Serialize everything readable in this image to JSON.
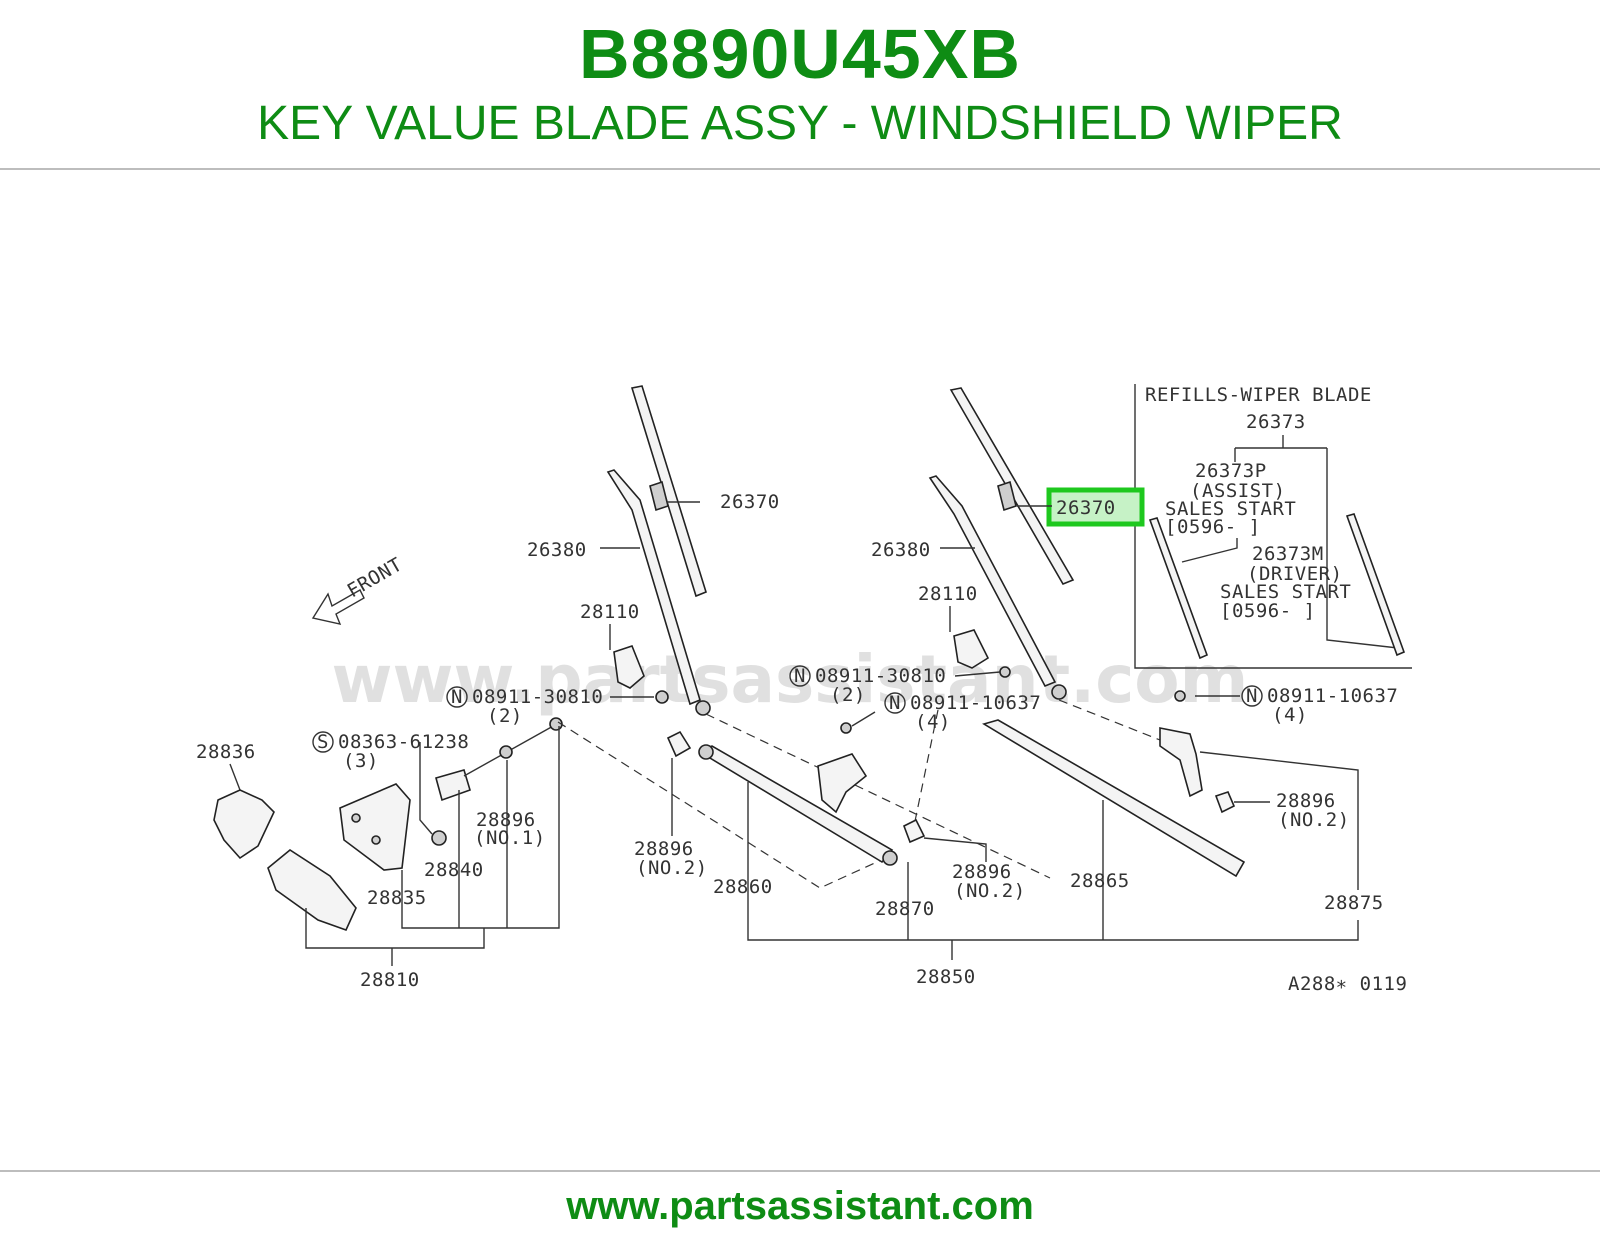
{
  "header": {
    "part_number": "B8890U45XB",
    "description": "KEY VALUE BLADE ASSY - WINDSHIELD WIPER"
  },
  "footer": {
    "url": "www.partsassistant.com"
  },
  "watermark": "www.partsassistant.com",
  "colors": {
    "brand": "#0e8c14",
    "highlight": "#1ec81e",
    "rule": "#bdbdbd"
  },
  "diagram": {
    "highlighted_part": "26370",
    "figure_code": "A288∗ 0119",
    "front": "FRONT",
    "inset": {
      "title": "REFILLS-WIPER BLADE",
      "parent": "26373",
      "assist_part": "26373P",
      "assist_tag": "(ASSIST)",
      "assist_sales": "SALES START",
      "assist_date": "[0596-    ]",
      "driver_part": "26373M",
      "driver_tag": "(DRIVER)",
      "driver_sales": "SALES START",
      "driver_date": "[0596-    ]"
    },
    "labels": {
      "l26370": "26370",
      "r26370": "26370",
      "l26380": "26380",
      "r26380": "26380",
      "l28110": "28110",
      "r28110": "28110",
      "n30810a": "08911-30810",
      "n30810a_q": "(2)",
      "n30810b": "08911-30810",
      "n30810b_q": "(2)",
      "n10637a": "08911-10637",
      "n10637a_q": "(4)",
      "n10637b": "08911-10637",
      "n10637b_q": "(4)",
      "s61238": "08363-61238",
      "s61238_q": "(3)",
      "p28836": "28836",
      "p28840": "28840",
      "p28835": "28835",
      "p28810": "28810",
      "p28896a": "28896",
      "p28896a_q": "(NO.1)",
      "p28896b": "28896",
      "p28896b_q": "(NO.2)",
      "p28896c": "28896",
      "p28896c_q": "(NO.2)",
      "p28896d": "28896",
      "p28896d_q": "(NO.2)",
      "p28860": "28860",
      "p28870": "28870",
      "p28865": "28865",
      "p28875": "28875",
      "p28850": "28850",
      "n_symbol": "N",
      "s_symbol": "S"
    }
  }
}
